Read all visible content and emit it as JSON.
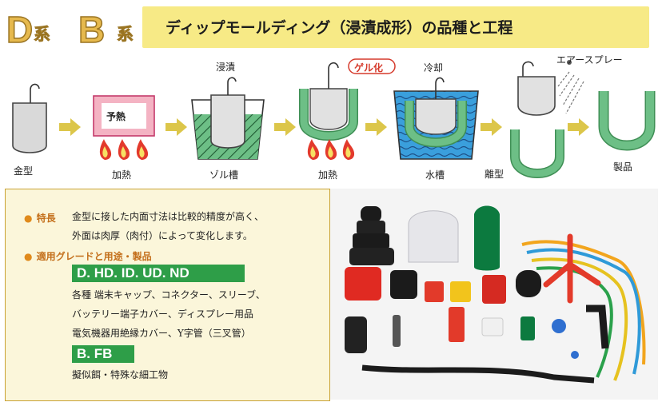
{
  "logo": {
    "d": "D",
    "kei1": "系",
    "b": "B",
    "kei2": "系"
  },
  "title": "ディップモールディング（浸漬成形）の品種と工程",
  "steps": {
    "kanagata": "金型",
    "kanetsu1": "加熱",
    "yonetsu": "予熱",
    "shinseki": "浸漬",
    "sol_tank": "ゾル槽",
    "gel_badge": "ゲル化",
    "kanetsu2": "加熱",
    "reikyaku": "冷却",
    "water_tank": "水槽",
    "air_spray": "エアースプレー",
    "rikei": "離型",
    "seihin": "製品"
  },
  "info": {
    "feature_label": "特長",
    "feature_line1": "金型に接した内面寸法は比較的精度が高く、",
    "feature_line2": "外面は肉厚（肉付）によって変化します。",
    "usage_label": "適用グレードと用途・製品",
    "grade1": "D. HD. ID. UD. ND",
    "usage_line1": "各種 端末キャップ、コネクター、スリーブ、",
    "usage_line2": "バッテリー端子カバー、ディスプレー用品",
    "usage_line3": "電気機器用絶縁カバー、Y字管（三叉管）",
    "grade2": "B. FB",
    "usage_line4": "擬似餌・特殊な細工物"
  },
  "colors": {
    "accent_yellow": "#f7ea86",
    "logo_gold": "#e6b94e",
    "grade_green": "#2e9e48",
    "coat_green": "#6dbf86",
    "water_blue": "#3a9fdc",
    "flame_red": "#e33a2c",
    "arrow_yellow": "#dcc64a",
    "border_gold": "#c9a233"
  }
}
